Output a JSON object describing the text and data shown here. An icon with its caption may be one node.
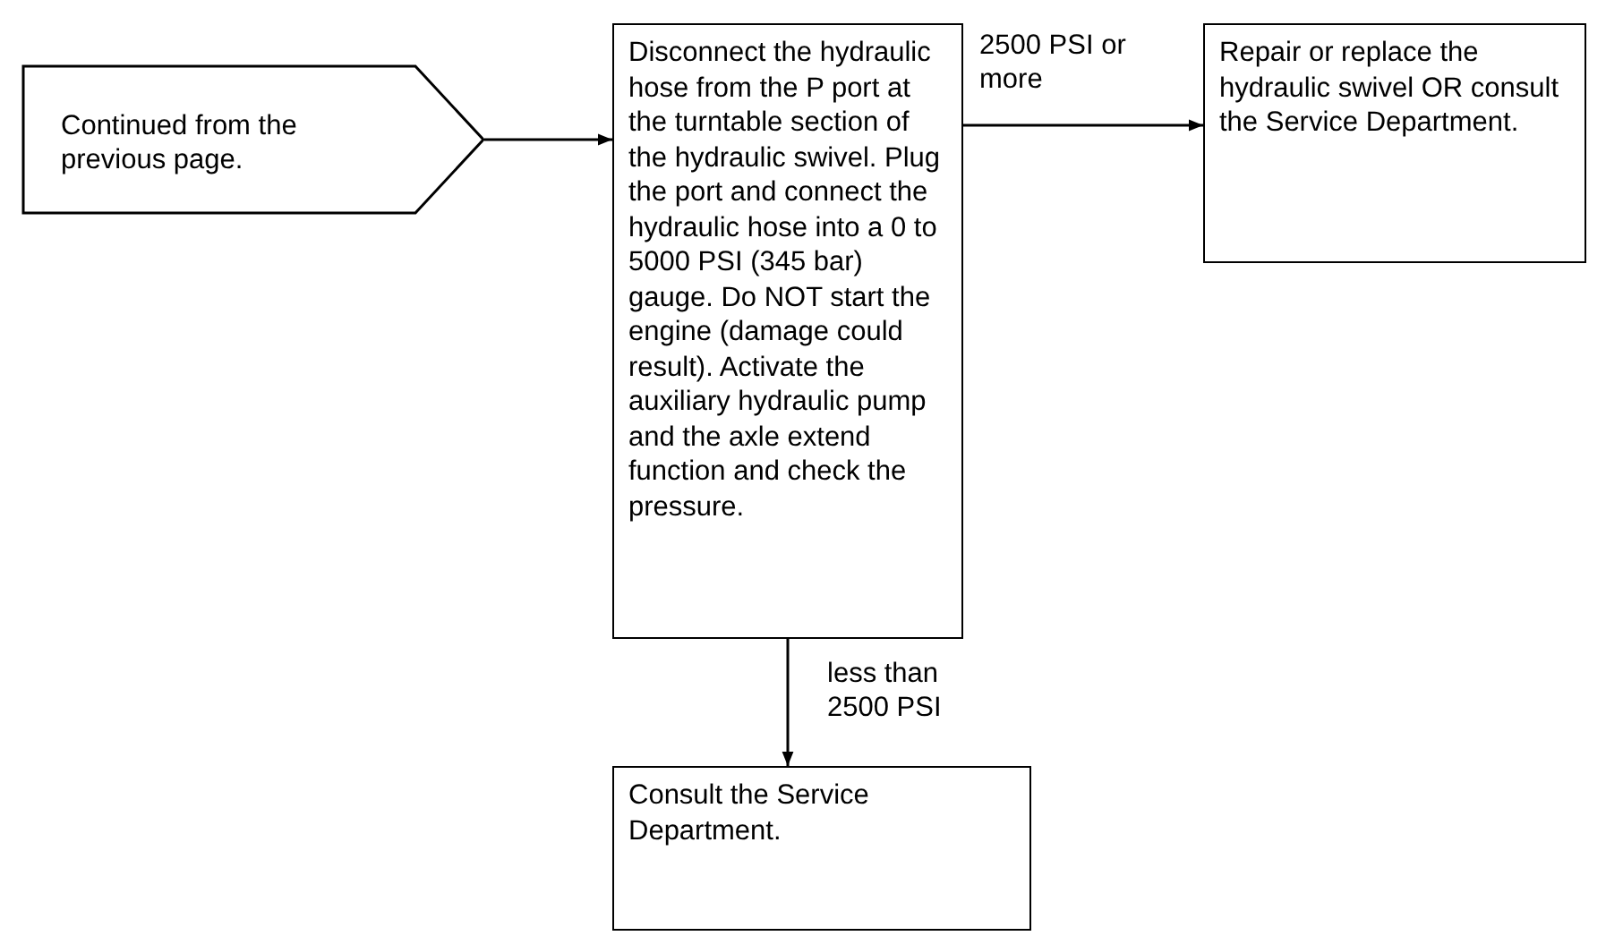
{
  "diagram": {
    "nodes": [
      {
        "text": [
          "Continued from the previous page."
        ]
      },
      {
        "text": [
          "Disconnect the hydraulic hose from the P port at the turntable section of the hydraulic swivel. Plug the port and connect the hydraulic hose into a 0 to 5000 PSI (345 bar) gauge. Do NOT start the engine (damage could result). Activate the auxiliary hydraulic pump and the axle extend function and check the pressure."
        ]
      },
      {
        "text": [
          "Repair or replace the hydraulic swivel OR consult the Service Department."
        ]
      },
      {
        "text": [
          "Consult the Service Department."
        ]
      }
    ],
    "edges": [
      {
        "from": 0,
        "to": 1,
        "arrow": "to"
      },
      {
        "from": 1,
        "to": 2,
        "arrow": "to",
        "label": "2500 PSI or more"
      },
      {
        "from": 1,
        "to": 3,
        "arrow": "to",
        "label": "less than 2500 PSI"
      }
    ]
  }
}
